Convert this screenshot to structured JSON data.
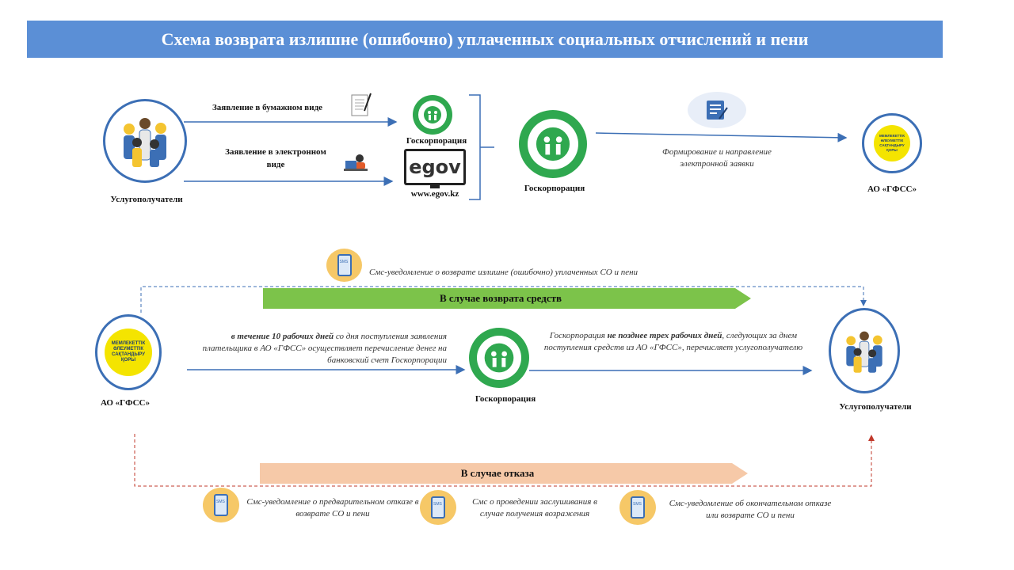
{
  "title": "Схема возврата излишне (ошибочно) уплаченных социальных отчислений и пени",
  "top": {
    "recipients_label": "Услугополучатели",
    "paper_label": "Заявление в бумажном  виде",
    "electronic_label_1": "Заявление",
    "electronic_label_bold": "в электронном",
    "electronic_label_2": "виде",
    "goskorp_small_label": "Госкорпорация",
    "egov_text": "egov",
    "egov_url": "www.egov.kz",
    "goskorp_big_label": "Госкорпорация",
    "form_text": "Формирование и направление электронной заявки",
    "gfss_label": "АО «ГФСС»"
  },
  "middle": {
    "sms_top_text": "Смс-уведомление о возврате излишне (ошибочно) уплаченных СО и пени",
    "banner_return": "В случае возврата средств",
    "gfss_label": "АО «ГФСС»",
    "gfss_logo_text": "МЕМЛЕКЕТТІК ӘЛЕУМЕТТІК САҚТАНДЫРУ ҚОРЫ",
    "transfer_bold": "в течение 10 рабочих дней",
    "transfer_rest": "со дня поступления заявления плательщика в АО «ГФСС» осуществляет перечисление денег на банковский счет Госкорпорации",
    "goskorp_label": "Госкорпорация",
    "payout_prefix": "Госкорпорация",
    "payout_bold": "не позднее трех рабочих дней",
    "payout_rest": ", следующих за днем поступления средств из АО «ГФСС», перечисляет услугополучателю",
    "recipients_label": "Услугополучатели"
  },
  "bottom": {
    "banner_refuse": "В случае отказа",
    "sms1": "Смс-уведомление о предварительном отказе в возврате СО и пени",
    "sms2": "Смс о проведении заслушивания в случае получения возражения",
    "sms3": "Смс-уведомление об окончательном отказе или возврате СО и пени",
    "sms_icon_text": "SMS"
  },
  "colors": {
    "title_bg": "#5b8fd6",
    "arrow_blue": "#3c6fb5",
    "green": "#2fa84f",
    "green_banner": "#7cc34a",
    "peach_banner": "#f6c9a8",
    "red_dashed": "#c0392b",
    "sms_bg": "#f6c867"
  }
}
